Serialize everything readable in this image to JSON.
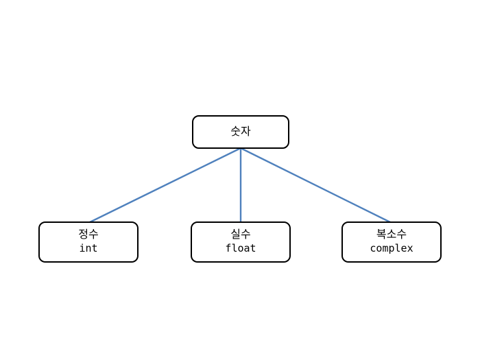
{
  "diagram": {
    "title": "number-type-hierarchy",
    "connector_color": "#4F81BD",
    "root": {
      "label": "숫자"
    },
    "children": [
      {
        "label": "정수",
        "code": "int"
      },
      {
        "label": "실수",
        "code": "float"
      },
      {
        "label": "복소수",
        "code": "complex"
      }
    ]
  }
}
